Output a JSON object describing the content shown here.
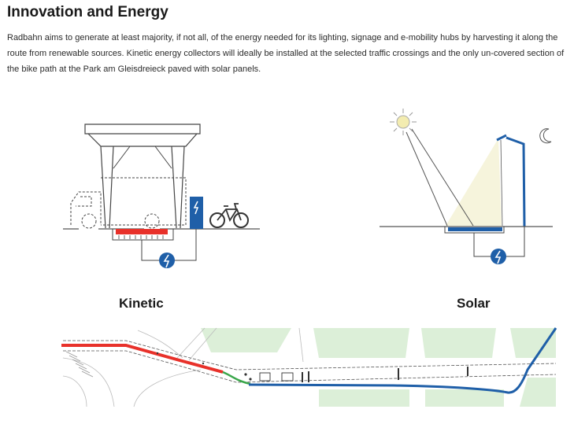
{
  "heading": "Innovation and Energy",
  "paragraph": "Radbahn aims to generate at least majority, if not all, of the energy needed for its lighting, signage and e-mobility hubs by harvesting it along the route from renewable sources. Kinetic energy collectors will ideally be installed at the selected traffic crossings and the only un-covered section of the bike path at the Park am Gleisdreieck paved with solar panels.",
  "captions": {
    "kinetic": "Kinetic",
    "solar": "Solar"
  },
  "icons": {
    "energy": "lightning-bolt-icon",
    "bike": "bicycle-icon",
    "sun": "sun-icon",
    "moon": "crescent-moon-icon"
  },
  "colors": {
    "kinetic": "#e8312a",
    "solar": "#1f5fa8",
    "connector": "#3aa64a",
    "park": "#dcefd8",
    "lightbeam": "#f6f4dc",
    "outline": "#444444"
  }
}
